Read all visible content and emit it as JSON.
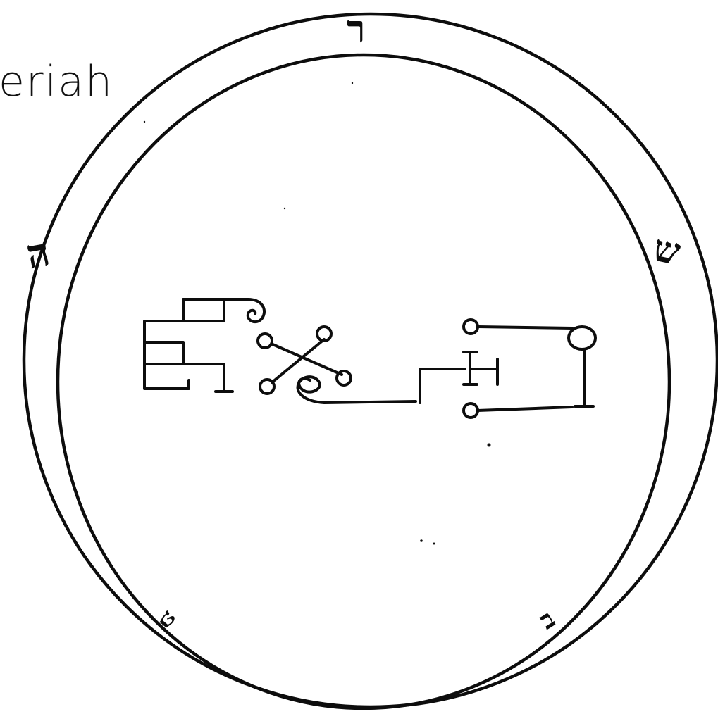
{
  "caption": {
    "text": "eriah"
  },
  "border_letters": {
    "top": "ר",
    "right": "ש",
    "left": "ה",
    "bottom_left": "ט",
    "bottom_right": "ב"
  },
  "colors": {
    "ink": "#0d0d0d",
    "paper": "#ffffff"
  }
}
